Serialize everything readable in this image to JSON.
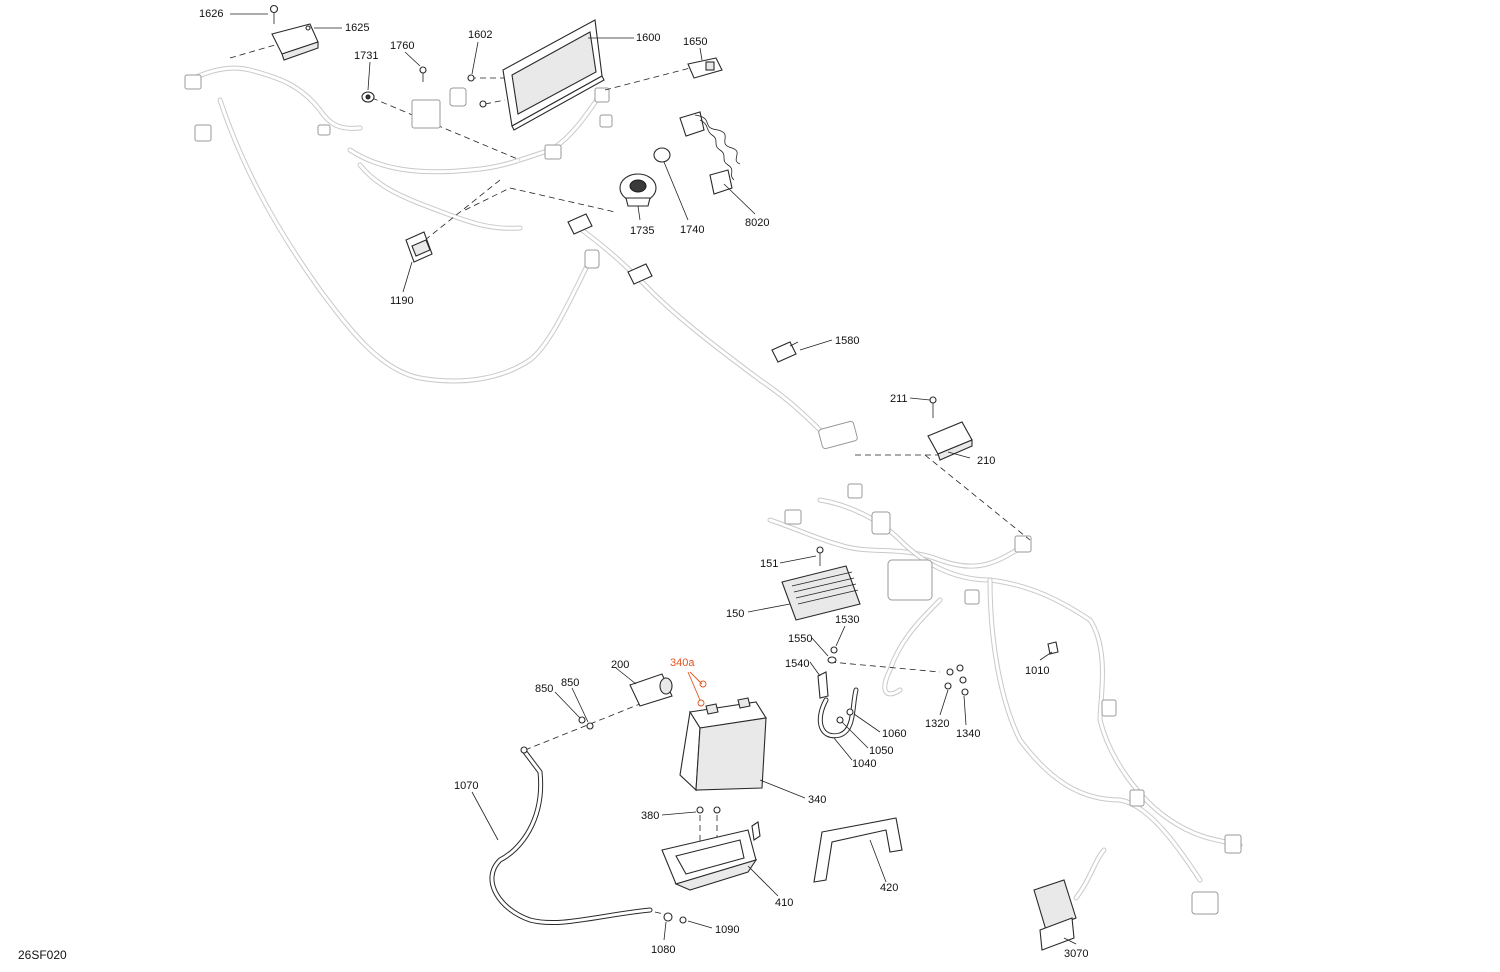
{
  "diagram_code": "26SF020",
  "part_labels": {
    "p1626": "1626",
    "p1625": "1625",
    "p1602": "1602",
    "p1600": "1600",
    "p1650": "1650",
    "p1731": "1731",
    "p1760": "1760",
    "p1735": "1735",
    "p1740": "1740",
    "p8020": "8020",
    "p1190": "1190",
    "p1580": "1580",
    "p211": "211",
    "p210": "210",
    "p151": "151",
    "p150": "150",
    "p1530": "1530",
    "p1550": "1550",
    "p1540": "1540",
    "p1010": "1010",
    "p1320": "1320",
    "p1340": "1340",
    "p1060": "1060",
    "p1050": "1050",
    "p1040": "1040",
    "p200": "200",
    "p340a": "340a",
    "p850a": "850",
    "p850b": "850",
    "p340": "340",
    "p1070": "1070",
    "p380": "380",
    "p410": "410",
    "p420": "420",
    "p1080": "1080",
    "p1090": "1090",
    "p3070": "3070"
  },
  "colors": {
    "accent": "#e2541e",
    "line": "#222222",
    "harness": "#c9c9c9"
  }
}
